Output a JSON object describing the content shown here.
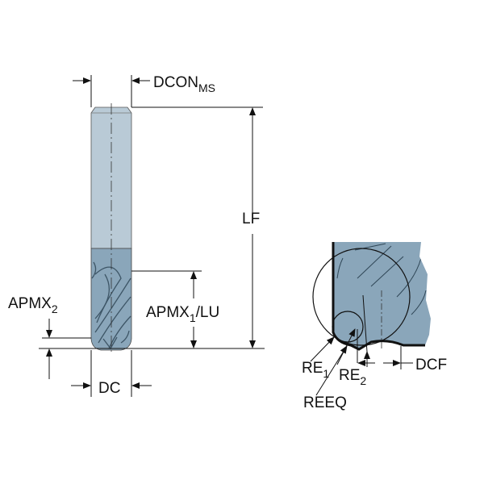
{
  "colors": {
    "shank": "#b9cad6",
    "body": "#8aa6ba",
    "flute_dark": "#5e7d93",
    "line": "#111111"
  },
  "labels": {
    "dcon": "DCON",
    "dcon_sub": "MS",
    "lf": "LF",
    "apmx1": "APMX",
    "apmx1_sub": "1",
    "apmx1_suffix": "/LU",
    "apmx2": "APMX",
    "apmx2_sub": "2",
    "dc": "DC",
    "re1": "RE",
    "re1_sub": "1",
    "re2": "RE",
    "re2_sub": "2",
    "reeq": "REEQ",
    "dcf": "DCF"
  }
}
